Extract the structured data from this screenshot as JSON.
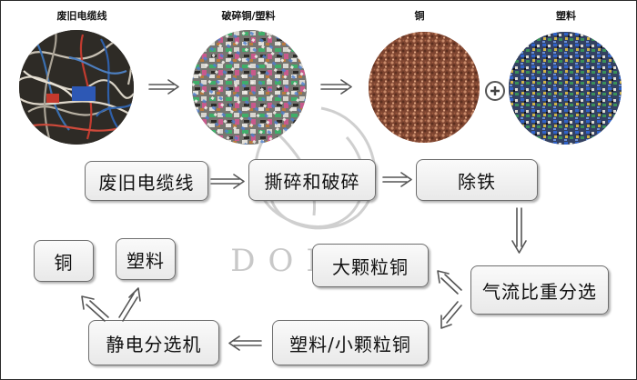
{
  "captions": {
    "waste_cable": "废旧电缆线",
    "crushed": "破碎铜/塑料",
    "copper": "铜",
    "plastic": "塑料"
  },
  "steps": {
    "waste_cable": "废旧电缆线",
    "shred_crush": "撕碎和破碎",
    "iron_removal": "除铁",
    "airflow_separation": "气流比重分选",
    "large_copper": "大颗粒铜",
    "plastic_small_copper": "塑料/小颗粒铜",
    "electrostatic": "静电分选机",
    "copper": "铜",
    "plastic": "塑料"
  },
  "watermark": {
    "text": "DOING"
  },
  "colors": {
    "box_border": "#6e6e6e",
    "arrow": "#555555",
    "watermark": "#c8c8c8"
  }
}
